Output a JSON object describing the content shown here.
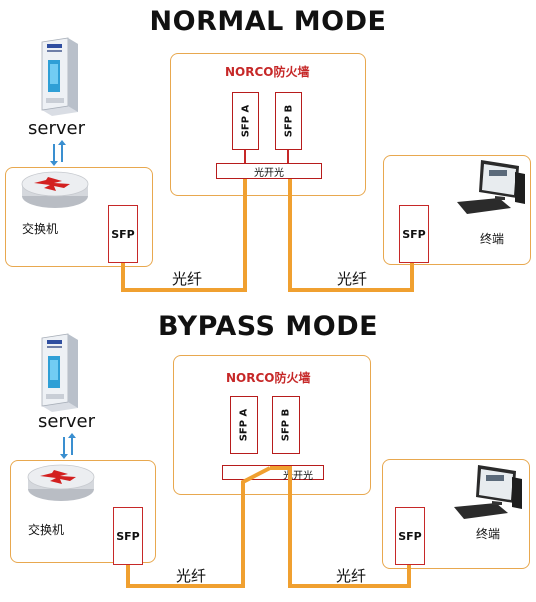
{
  "colors": {
    "fiber": "#f0a030",
    "box_border": "#e8a84f",
    "accent_red": "#c62828",
    "arrow_blue": "#3a8fd0"
  },
  "normal": {
    "title": "NORMAL MODE",
    "server_label": "server",
    "switch_label": "交换机",
    "switch_sfp": "SFP",
    "firewall_title": "NORCO防火墙",
    "port_a": "SFP A",
    "port_b": "SFP B",
    "optical_switch": "光开光",
    "fiber_left": "光纤",
    "fiber_right": "光纤",
    "terminal_sfp": "SFP",
    "terminal_label": "终端"
  },
  "bypass": {
    "title": "BYPASS MODE",
    "server_label": "server",
    "switch_label": "交换机",
    "switch_sfp": "SFP",
    "firewall_title": "NORCO防火墙",
    "port_a": "SFP A",
    "port_b": "SFP B",
    "optical_switch": "光开光",
    "fiber_left": "光纤",
    "fiber_right": "光纤",
    "terminal_sfp": "SFP",
    "terminal_label": "终端"
  },
  "icons": [
    "server-tower-icon",
    "switch-router-icon",
    "desktop-computer-icon",
    "bidirectional-arrow-icon"
  ]
}
